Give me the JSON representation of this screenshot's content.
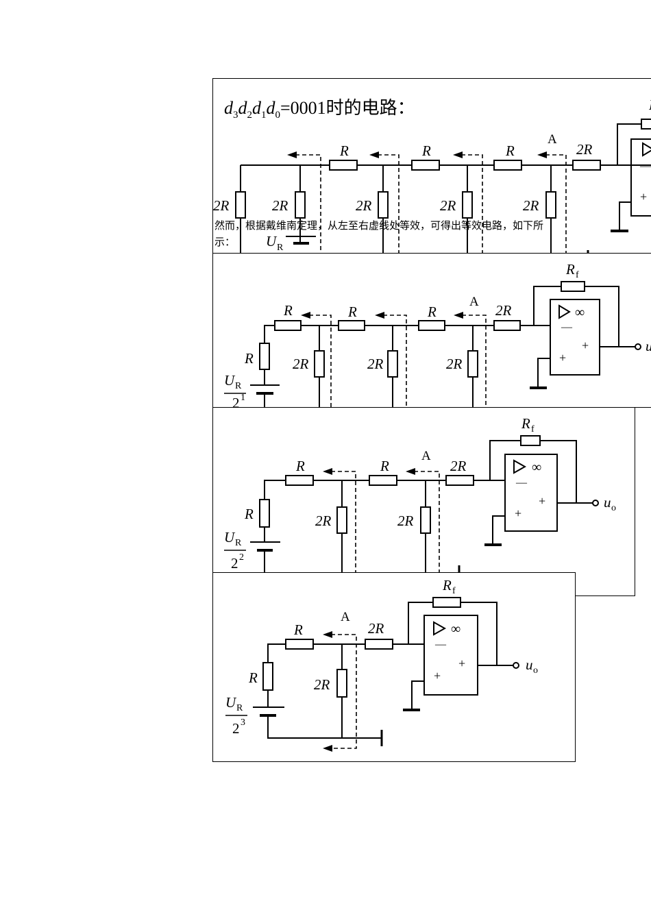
{
  "section_title": {
    "prefix": "d",
    "subs": [
      "3",
      "2",
      "1",
      "0"
    ],
    "value": "=0001时的电路："
  },
  "explanation": "然而，根据戴维南定理，从左至右虚线处等效，可得出等效电路，如下所示：",
  "labels": {
    "R": "R",
    "two_R": "2R",
    "node_A": "A",
    "Rf_main": "R",
    "Rf_sub": "f",
    "U_main": "U",
    "U_sub": "R",
    "out_main": "u",
    "out_sub": "o",
    "infinity": "∞",
    "minus": "—",
    "plus": "+",
    "denom_base": "2",
    "denom_exp_1": "1",
    "denom_exp_2": "2",
    "denom_exp_3": "3"
  },
  "icons": {
    "opamp": "triangle-arrow",
    "ground": "ground-bar",
    "battery": "dc-source"
  }
}
